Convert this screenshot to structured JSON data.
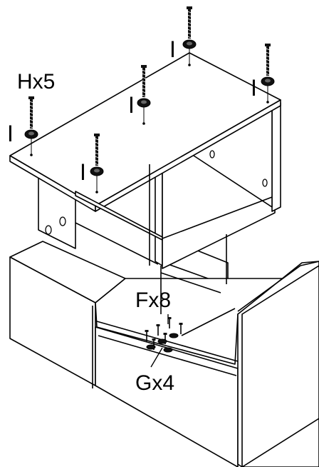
{
  "diagram": {
    "colors": {
      "line": "#000000",
      "panel": "#ffffff",
      "hardware": "#111111"
    },
    "labels": {
      "screw_h": "Hx5",
      "screw_f": "Fx8",
      "cam_g": "Gx4",
      "part_i": "I"
    }
  }
}
